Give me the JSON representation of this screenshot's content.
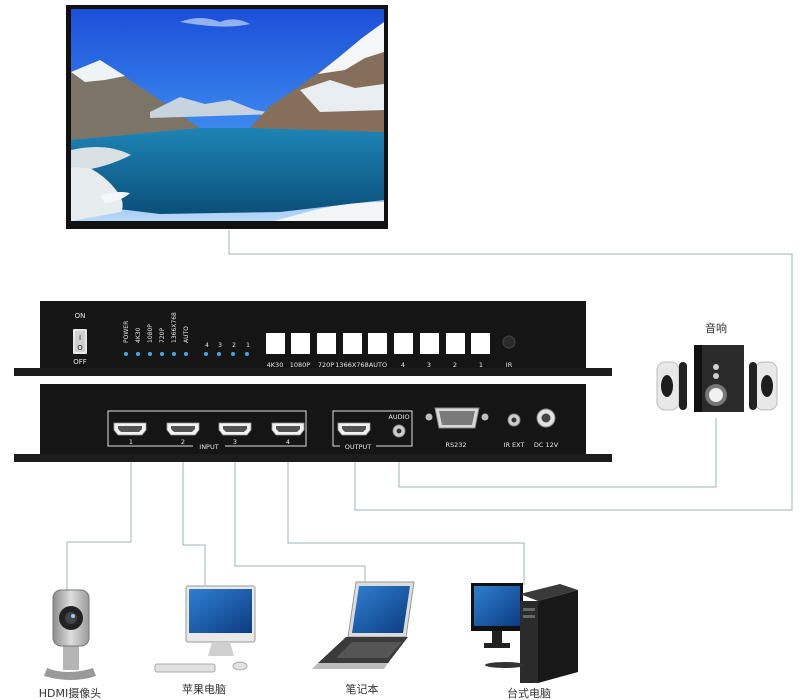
{
  "colors": {
    "cable": "#9cb3b6",
    "chassis": "#151515",
    "led": "#3fa8e6",
    "button": "#ffffff",
    "label": "#e6e6e6",
    "caption": "#333333"
  },
  "front_panel": {
    "switch_on": "ON",
    "switch_off": "OFF",
    "switch_one": "I",
    "switch_zero": "O",
    "indicators": [
      "POWER",
      "4K30",
      "1080P",
      "720P",
      "1366X768",
      "AUTO"
    ],
    "input_leds": [
      "4",
      "3",
      "2",
      "1"
    ],
    "buttons": [
      "4K30",
      "1080P",
      "720P",
      "1366X768",
      "AUTO",
      "4",
      "3",
      "2",
      "1"
    ],
    "ir_label": "IR"
  },
  "back_panel": {
    "input_ports": [
      "1",
      "2",
      "3",
      "4"
    ],
    "input_group_label": "INPUT",
    "output_group_label": "OUTPUT",
    "audio_label": "AUDIO",
    "rs232_label": "RS232",
    "ir_ext_label": "IR EXT",
    "dc_label": "DC 12V"
  },
  "devices": {
    "speaker": "音响",
    "camera": "HDMI摄像头",
    "imac": "苹果电脑",
    "laptop": "笔记本",
    "desktop": "台式电脑"
  }
}
